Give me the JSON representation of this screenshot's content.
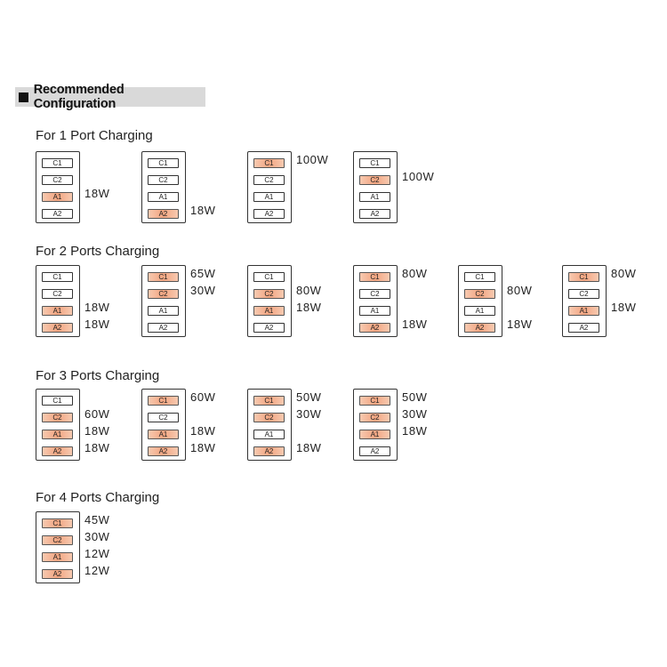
{
  "header": {
    "title": "Recommended Configuration"
  },
  "groups": [
    {
      "title": "For 1 Port Charging",
      "configs": [
        {
          "ports": [
            {
              "label": "C1",
              "on": false,
              "watt": ""
            },
            {
              "label": "C2",
              "on": false,
              "watt": ""
            },
            {
              "label": "A1",
              "on": true,
              "watt": "18W"
            },
            {
              "label": "A2",
              "on": false,
              "watt": ""
            }
          ]
        },
        {
          "ports": [
            {
              "label": "C1",
              "on": false,
              "watt": ""
            },
            {
              "label": "C2",
              "on": false,
              "watt": ""
            },
            {
              "label": "A1",
              "on": false,
              "watt": ""
            },
            {
              "label": "A2",
              "on": true,
              "watt": "18W"
            }
          ]
        },
        {
          "ports": [
            {
              "label": "C1",
              "on": true,
              "watt": "100W"
            },
            {
              "label": "C2",
              "on": false,
              "watt": ""
            },
            {
              "label": "A1",
              "on": false,
              "watt": ""
            },
            {
              "label": "A2",
              "on": false,
              "watt": ""
            }
          ]
        },
        {
          "ports": [
            {
              "label": "C1",
              "on": false,
              "watt": ""
            },
            {
              "label": "C2",
              "on": true,
              "watt": "100W"
            },
            {
              "label": "A1",
              "on": false,
              "watt": ""
            },
            {
              "label": "A2",
              "on": false,
              "watt": ""
            }
          ]
        }
      ]
    },
    {
      "title": "For 2 Ports Charging",
      "configs": [
        {
          "ports": [
            {
              "label": "C1",
              "on": false,
              "watt": ""
            },
            {
              "label": "C2",
              "on": false,
              "watt": ""
            },
            {
              "label": "A1",
              "on": true,
              "watt": "18W"
            },
            {
              "label": "A2",
              "on": true,
              "watt": "18W"
            }
          ]
        },
        {
          "ports": [
            {
              "label": "C1",
              "on": true,
              "watt": "65W"
            },
            {
              "label": "C2",
              "on": true,
              "watt": "30W"
            },
            {
              "label": "A1",
              "on": false,
              "watt": ""
            },
            {
              "label": "A2",
              "on": false,
              "watt": ""
            }
          ]
        },
        {
          "ports": [
            {
              "label": "C1",
              "on": false,
              "watt": ""
            },
            {
              "label": "C2",
              "on": true,
              "watt": "80W"
            },
            {
              "label": "A1",
              "on": true,
              "watt": "18W"
            },
            {
              "label": "A2",
              "on": false,
              "watt": ""
            }
          ]
        },
        {
          "ports": [
            {
              "label": "C1",
              "on": true,
              "watt": "80W"
            },
            {
              "label": "C2",
              "on": false,
              "watt": ""
            },
            {
              "label": "A1",
              "on": false,
              "watt": ""
            },
            {
              "label": "A2",
              "on": true,
              "watt": "18W"
            }
          ]
        },
        {
          "ports": [
            {
              "label": "C1",
              "on": false,
              "watt": ""
            },
            {
              "label": "C2",
              "on": true,
              "watt": "80W"
            },
            {
              "label": "A1",
              "on": false,
              "watt": ""
            },
            {
              "label": "A2",
              "on": true,
              "watt": "18W"
            }
          ]
        },
        {
          "ports": [
            {
              "label": "C1",
              "on": true,
              "watt": "80W"
            },
            {
              "label": "C2",
              "on": false,
              "watt": ""
            },
            {
              "label": "A1",
              "on": true,
              "watt": "18W"
            },
            {
              "label": "A2",
              "on": false,
              "watt": ""
            }
          ]
        }
      ]
    },
    {
      "title": "For 3 Ports Charging",
      "configs": [
        {
          "ports": [
            {
              "label": "C1",
              "on": false,
              "watt": ""
            },
            {
              "label": "C2",
              "on": true,
              "watt": "60W"
            },
            {
              "label": "A1",
              "on": true,
              "watt": "18W"
            },
            {
              "label": "A2",
              "on": true,
              "watt": "18W"
            }
          ]
        },
        {
          "ports": [
            {
              "label": "C1",
              "on": true,
              "watt": "60W"
            },
            {
              "label": "C2",
              "on": false,
              "watt": ""
            },
            {
              "label": "A1",
              "on": true,
              "watt": "18W"
            },
            {
              "label": "A2",
              "on": true,
              "watt": "18W"
            }
          ]
        },
        {
          "ports": [
            {
              "label": "C1",
              "on": true,
              "watt": "50W"
            },
            {
              "label": "C2",
              "on": true,
              "watt": "30W"
            },
            {
              "label": "A1",
              "on": false,
              "watt": ""
            },
            {
              "label": "A2",
              "on": true,
              "watt": "18W"
            }
          ]
        },
        {
          "ports": [
            {
              "label": "C1",
              "on": true,
              "watt": "50W"
            },
            {
              "label": "C2",
              "on": true,
              "watt": "30W"
            },
            {
              "label": "A1",
              "on": true,
              "watt": "18W"
            },
            {
              "label": "A2",
              "on": false,
              "watt": ""
            }
          ]
        }
      ]
    },
    {
      "title": "For 4 Ports Charging",
      "configs": [
        {
          "ports": [
            {
              "label": "C1",
              "on": true,
              "watt": "45W"
            },
            {
              "label": "C2",
              "on": true,
              "watt": "30W"
            },
            {
              "label": "A1",
              "on": true,
              "watt": "12W"
            },
            {
              "label": "A2",
              "on": true,
              "watt": "12W"
            }
          ]
        }
      ]
    }
  ],
  "colors": {
    "active_port": "#f2a581",
    "inactive_port": "#ffffff",
    "header_bg": "#d9d9d9"
  }
}
